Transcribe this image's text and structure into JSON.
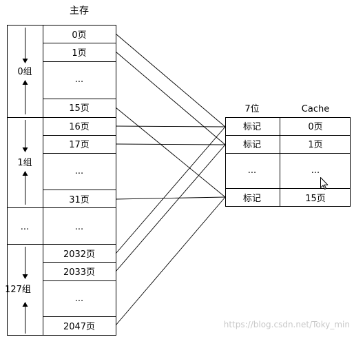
{
  "main_memory": {
    "title": "主存",
    "pages": [
      {
        "label": "0页"
      },
      {
        "label": "1页"
      },
      {
        "label": "..."
      },
      {
        "label": "15页"
      },
      {
        "label": "16页"
      },
      {
        "label": "17页"
      },
      {
        "label": "..."
      },
      {
        "label": "31页"
      },
      {
        "label": "..."
      },
      {
        "label": "2032页"
      },
      {
        "label": "2033页"
      },
      {
        "label": "..."
      },
      {
        "label": "2047页"
      }
    ],
    "groups": [
      {
        "label": "0组"
      },
      {
        "label": "1组"
      },
      {
        "label": "..."
      },
      {
        "label": "127组"
      }
    ]
  },
  "cache": {
    "tag_header": "7位",
    "data_header": "Cache",
    "rows": [
      {
        "tag": "标记",
        "page": "0页"
      },
      {
        "tag": "标记",
        "page": "1页"
      },
      {
        "tag": "...",
        "page": "..."
      },
      {
        "tag": "标记",
        "page": "15页"
      }
    ]
  },
  "watermark": "https://blog.csdn.net/Toky_min",
  "colors": {
    "line": "#000000",
    "background": "#ffffff",
    "watermark": "#c8c8c8"
  },
  "icons": [
    "mouse-cursor-icon"
  ]
}
